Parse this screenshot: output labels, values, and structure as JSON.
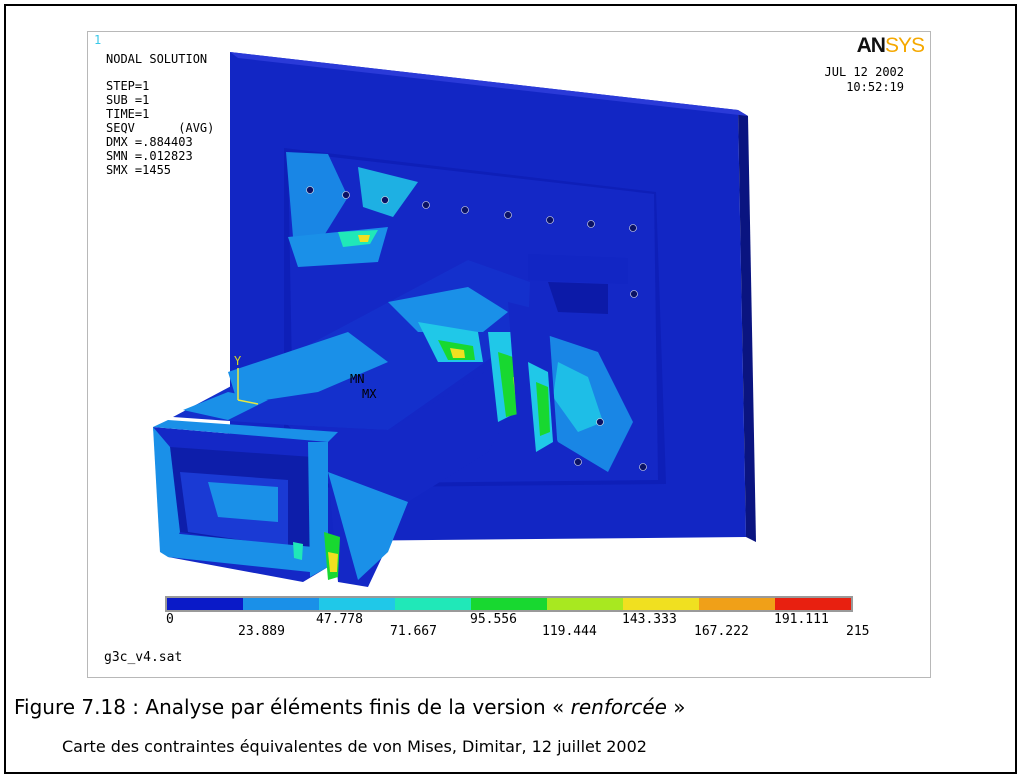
{
  "plot": {
    "window_number": "1",
    "header_lines": [
      "NODAL SOLUTION",
      "STEP=1",
      "SUB =1",
      "TIME=1",
      "SEQV      (AVG)",
      "DMX =.884403",
      "SMN =.012823",
      "SMX =1455"
    ],
    "brand_a": "AN",
    "brand_b": "SYS",
    "date": "JUL 12 2002",
    "time": "10:52:19",
    "mn_label": "MN",
    "mx_label": "MX",
    "axis_label": "Y",
    "filename": "g3c_v4.sat"
  },
  "legend": {
    "colors": [
      "#0a1ac8",
      "#1a90e8",
      "#20c8e8",
      "#20e8b8",
      "#18d830",
      "#a8e820",
      "#f0e020",
      "#f0a018",
      "#e82010"
    ],
    "top_labels": [
      "0",
      "47.778",
      "95.556",
      "143.333",
      "191.111"
    ],
    "bottom_labels": [
      "23.889",
      "71.667",
      "119.444",
      "167.222",
      "215"
    ]
  },
  "caption": {
    "prefix": "Figure 7.18 : Analyse par éléments finis de la version « ",
    "emph": "renforcée",
    "suffix": " »",
    "subtitle": "Carte des contraintes équivalentes de von Mises, Dimitar, 12 juillet 2002"
  }
}
